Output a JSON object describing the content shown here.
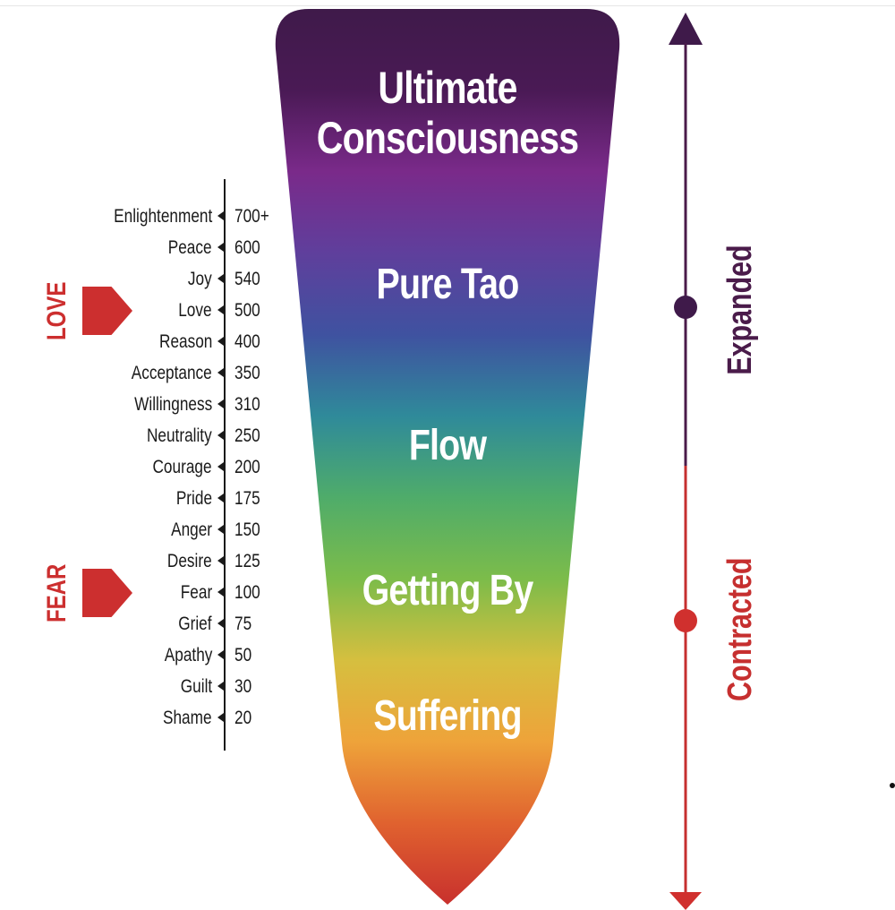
{
  "funnel": {
    "stages": [
      "Ultimate\nConsciousness",
      "Pure Tao",
      "Flow",
      "Getting By",
      "Suffering"
    ],
    "gradient": [
      "#3f1a4a",
      "#4a1a55",
      "#7a2a8a",
      "#5f3f9c",
      "#3f52a0",
      "#2f8a9a",
      "#4fac6a",
      "#7cbc4a",
      "#d6bf3f",
      "#eea33a",
      "#e0622f",
      "#c8302d"
    ]
  },
  "scale": {
    "levels": [
      {
        "name": "Enlightenment",
        "value": "700+"
      },
      {
        "name": "Peace",
        "value": "600"
      },
      {
        "name": "Joy",
        "value": "540"
      },
      {
        "name": "Love",
        "value": "500"
      },
      {
        "name": "Reason",
        "value": "400"
      },
      {
        "name": "Acceptance",
        "value": "350"
      },
      {
        "name": "Willingness",
        "value": "310"
      },
      {
        "name": "Neutrality",
        "value": "250"
      },
      {
        "name": "Courage",
        "value": "200"
      },
      {
        "name": "Pride",
        "value": "175"
      },
      {
        "name": "Anger",
        "value": "150"
      },
      {
        "name": "Desire",
        "value": "125"
      },
      {
        "name": "Fear",
        "value": "100"
      },
      {
        "name": "Grief",
        "value": "75"
      },
      {
        "name": "Apathy",
        "value": "50"
      },
      {
        "name": "Guilt",
        "value": "30"
      },
      {
        "name": "Shame",
        "value": "20"
      }
    ]
  },
  "markers": {
    "love": "LOVE",
    "fear": "FEAR",
    "color": "#cc2f2f"
  },
  "axis": {
    "expanded": "Expanded",
    "contracted": "Contracted",
    "expanded_color": "#4a1b4a",
    "contracted_color": "#c62f2f"
  }
}
